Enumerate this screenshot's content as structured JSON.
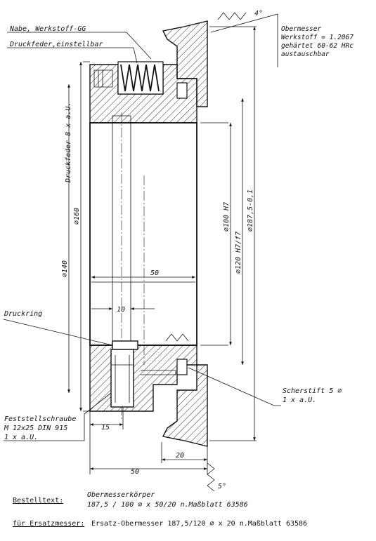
{
  "labels": {
    "nabe": "Nabe, Werkstoff-GG",
    "druckfeder": "Druckfeder,einstellbar",
    "obermesser_1": "Obermesser",
    "obermesser_2": "Werkstoff = 1.2067",
    "obermesser_3": "gehärtet 60-62 HRc",
    "obermesser_4": "austauschbar",
    "druckring": "Druckring",
    "feststell_1": "Feststellschraube",
    "feststell_2": "M 12x25 DIN 915",
    "feststell_3": "1 x a.U.",
    "scherstift_1": "Scherstift 5 ∅",
    "scherstift_2": "1 x a.U.",
    "druckfeder_vert": "Druckfeder  8 x a.U."
  },
  "dimensions": {
    "d160": "∅160",
    "d140": "∅140",
    "d100": "∅100 H7",
    "d120": "∅120 H7/f7",
    "d187": "∅187,5-0,1",
    "w50_inner": "50",
    "w10": "10",
    "w15": "15",
    "w20": "20",
    "w50_bottom": "50",
    "angle_top": "4°",
    "angle_bottom": "5°"
  },
  "order": {
    "bestelltext_label": "Bestelltext:",
    "bestelltext_line1": "Obermesserkörper",
    "bestelltext_line2": "187,5 / 100 ∅ x 50/20 n.Maßblatt 63586",
    "ersatz_label": "für Ersatzmesser:",
    "ersatz_text": "Ersatz-Obermesser 187,5/120 ∅ x 20 n.Maßblatt 63586"
  }
}
